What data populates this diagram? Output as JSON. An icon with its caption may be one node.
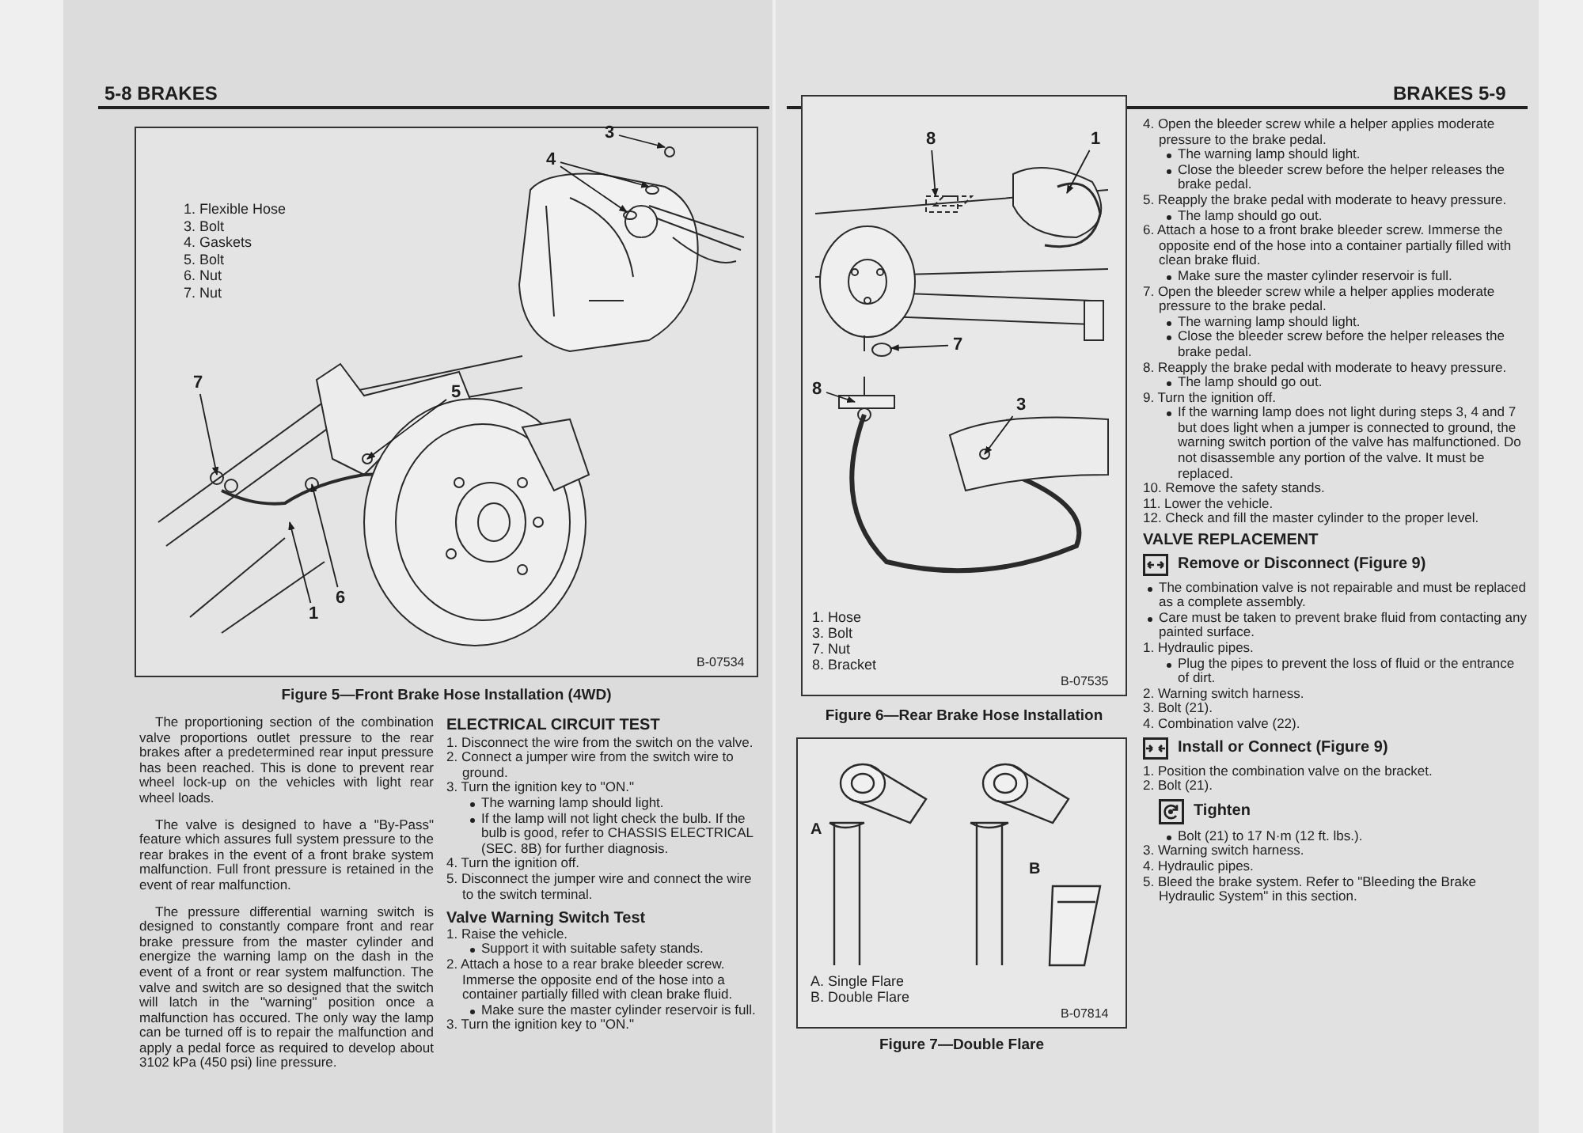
{
  "diagram": {
    "nodes": [
      {
        "text": [
          "3"
        ]
      },
      {
        "text": [
          "4"
        ]
      },
      {
        "text": [
          "7"
        ]
      },
      {
        "text": [
          "5"
        ]
      },
      {
        "text": [
          "6"
        ]
      },
      {
        "text": [
          "1"
        ]
      },
      {
        "text": [
          "8"
        ]
      },
      {
        "text": [
          "1"
        ]
      },
      {
        "text": [
          "7"
        ]
      },
      {
        "text": [
          "8"
        ]
      },
      {
        "text": [
          "3"
        ]
      }
    ],
    "edges": [
      {
        "from": 0,
        "to": null,
        "arrow": "to"
      },
      {
        "from": 1,
        "to": null,
        "arrow": "to"
      },
      {
        "from": 1,
        "to": null,
        "arrow": "to"
      },
      {
        "from": 2,
        "to": null,
        "arrow": "to"
      },
      {
        "from": 3,
        "to": null,
        "arrow": "to"
      },
      {
        "from": 4,
        "to": null,
        "arrow": "to"
      },
      {
        "from": 5,
        "to": null,
        "arrow": "to"
      },
      {
        "from": 6,
        "to": null,
        "arrow": "to"
      },
      {
        "from": 7,
        "to": null,
        "arrow": "to"
      },
      {
        "from": 8,
        "to": null,
        "arrow": "to"
      },
      {
        "from": 9,
        "to": null,
        "arrow": "to"
      },
      {
        "from": 10,
        "to": null,
        "arrow": "to"
      }
    ],
    "labels": [
      "5-8 BRAKES",
      "BRAKES 5-9",
      "1. Flexible Hose",
      "3. Bolt",
      "4. Gaskets",
      "5. Bolt",
      "6. Nut",
      "7. Nut",
      "B-07534",
      "Figure 5—Front Brake Hose Installation (4WD)",
      "The proportioning section of the combination valve proportions outlet pressure to the rear brakes after a predetermined rear input pressure has been reached. This is done to prevent rear wheel lock-up on the vehicles with light rear wheel loads.",
      "The valve is designed to have a \"By-Pass\" feature which assures full system pressure to the rear brakes in the event of a front brake system malfunction. Full front pressure is retained in the event of rear malfunction.",
      "The pressure differential warning switch is designed to constantly compare front and rear brake pressure from the master cylinder and energize the warning lamp on the dash in the event of a front or rear system malfunction. The valve and switch are so designed that the switch will latch in the \"warning\" position once a malfunction has occured. The only way the lamp can be turned off is to repair the malfunction and apply a pedal force as required to develop about 3102 kPa (450 psi) line pressure.",
      "ELECTRICAL CIRCUIT TEST",
      "1. Disconnect the wire from the switch on the valve.",
      "2. Connect a jumper wire from the switch wire to ground.",
      "3. Turn the ignition key to \"ON.\"",
      "The warning lamp should light.",
      "If the lamp will not light check the bulb. If the bulb is good, refer to CHASSIS ELECTRICAL (SEC. 8B) for further diagnosis.",
      "4. Turn the ignition off.",
      "5. Disconnect the jumper wire and connect the wire to the switch terminal.",
      "Valve Warning Switch Test",
      "1. Raise the vehicle.",
      "Support it with suitable safety stands.",
      "2. Attach a hose to a rear brake bleeder screw. Immerse the opposite end of the hose into a container partially filled with clean brake fluid.",
      "Make sure the master cylinder reservoir is full.",
      "3. Turn the ignition key to \"ON.\"",
      "1. Hose",
      "3. Bolt",
      "7. Nut",
      "8. Bracket",
      "B-07535",
      "Figure 6—Rear Brake Hose Installation",
      "A",
      "B",
      "A. Single Flare",
      "B. Double Flare",
      "B-07814",
      "Figure 7—Double Flare",
      "4. Open the bleeder screw while a helper applies moderate pressure to the brake pedal.",
      "The warning lamp should light.",
      "Close the bleeder screw before the helper releases the brake pedal.",
      "5. Reapply the brake pedal with moderate to heavy pressure.",
      "The lamp should go out.",
      "6. Attach a hose to a front brake bleeder screw. Immerse the opposite end of the hose into a container partially filled with clean brake fluid.",
      "Make sure the master cylinder reservoir is full.",
      "7. Open the bleeder screw while a helper applies moderate pressure to the brake pedal.",
      "The warning lamp should light.",
      "Close the bleeder screw before the helper releases the brake pedal.",
      "8. Reapply the brake pedal with moderate to heavy pressure.",
      "The lamp should go out.",
      "9. Turn the ignition off.",
      "If the warning lamp does not light during steps 3, 4 and 7 but does light when a jumper is connected to ground, the warning switch portion of the valve has malfunctioned. Do not disassemble any portion of the valve. It must be replaced.",
      "10. Remove the safety stands.",
      "11. Lower the vehicle.",
      "12. Check and fill the master cylinder to the proper level.",
      "VALVE REPLACEMENT",
      "Remove or Disconnect (Figure 9)",
      "The combination valve is not repairable and must be replaced as a complete assembly.",
      "Care must be taken to prevent brake fluid from contacting any painted surface.",
      "1. Hydraulic pipes.",
      "Plug the pipes to prevent the loss of fluid or the entrance of dirt.",
      "2. Warning switch harness.",
      "3. Bolt (21).",
      "4. Combination valve (22).",
      "Install or Connect (Figure 9)",
      "1. Position the combination valve on the bracket.",
      "2. Bolt (21).",
      "Tighten",
      "Bolt (21) to 17 N·m (12 ft. lbs.).",
      "3. Warning switch harness.",
      "4. Hydraulic pipes.",
      "5. Bleed the brake system. Refer to \"Bleeding the Brake Hydraulic System\" in this section."
    ]
  }
}
